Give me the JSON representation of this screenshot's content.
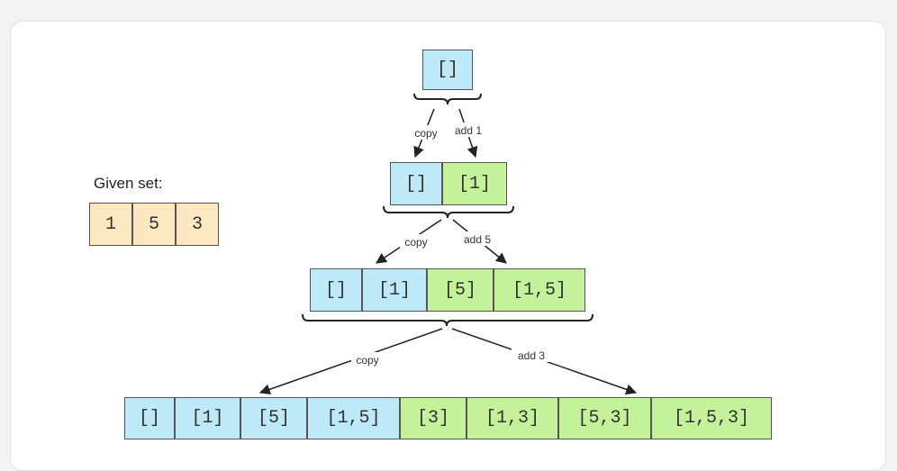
{
  "given": {
    "label": "Given set:",
    "values": [
      "1",
      "5",
      "3"
    ]
  },
  "levels": [
    {
      "subsets": [
        "[]"
      ]
    },
    {
      "subsets": [
        "[]",
        "[1]"
      ]
    },
    {
      "subsets": [
        "[]",
        "[1]",
        "[5]",
        "[1,5]"
      ]
    },
    {
      "subsets": [
        "[]",
        "[1]",
        "[5]",
        "[1,5]",
        "[3]",
        "[1,3]",
        "[5,3]",
        "[1,5,3]"
      ]
    }
  ],
  "edges": [
    {
      "copy_label": "copy",
      "add_label": "add 1"
    },
    {
      "copy_label": "copy",
      "add_label": "add 5"
    },
    {
      "copy_label": "copy",
      "add_label": "add 3"
    }
  ],
  "colors": {
    "copied_subset": "#bde9f8",
    "new_subset": "#c3f29b",
    "given_set": "#fbe8c0"
  }
}
